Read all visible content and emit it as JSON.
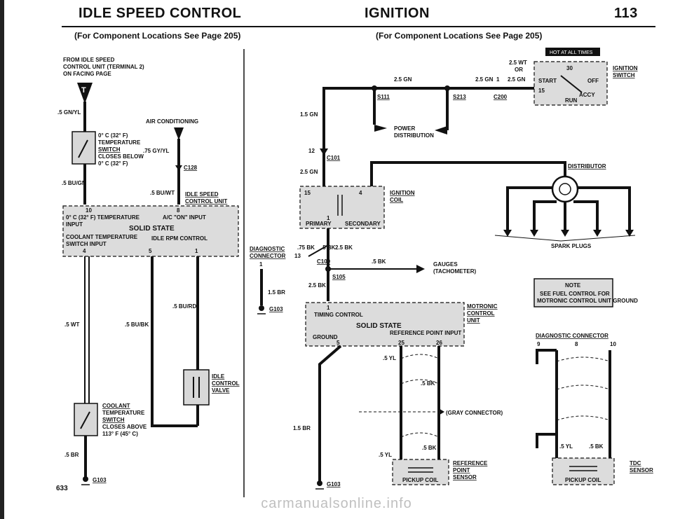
{
  "header": {
    "left_title": "IDLE SPEED CONTROL",
    "center_title": "IGNITION",
    "page_number": "113",
    "left_subtitle": "(For Component Locations See Page 205)",
    "right_subtitle": "(For Component Locations See Page 205)"
  },
  "left": {
    "from_note_1": "FROM IDLE SPEED",
    "from_note_2": "CONTROL UNIT (TERMINAL 2)",
    "from_note_3": "ON FACING PAGE",
    "arrow_letter": "T",
    "wire_gnyl": ".5 GN/YL",
    "wire_bugn": ".5 BU/GN",
    "wire_gyyl": ".75 GY/YL",
    "wire_buwt": ".5 BU/WT",
    "wire_wt": ".5 WT",
    "wire_bubk": ".5 BU/BK",
    "wire_burd": ".5 BU/RD",
    "wire_br": ".5 BR",
    "air_cond": "AIR CONDITIONING",
    "conn_c128": "C128",
    "temp_sw_1": "0° C (32° F)",
    "temp_sw_2": "TEMPERATURE",
    "temp_sw_3": "SWITCH",
    "temp_sw_4": "CLOSES BELOW",
    "temp_sw_5": "0° C (32° F)",
    "isc_unit_1": "IDLE SPEED",
    "isc_unit_2": "CONTROL UNIT",
    "box_pin_10": "10",
    "box_pin_8": "8",
    "box_pin_4": "4",
    "box_pin_5": "5",
    "box_pin_1": "1",
    "box_temp_input": "0° C (32° F) TEMPERATURE",
    "box_input": "INPUT",
    "box_ac_input": "A/C \"ON\" INPUT",
    "box_solid_state": "SOLID STATE",
    "box_coolant_1": "COOLANT TEMPERATURE",
    "box_coolant_2": "SWITCH INPUT",
    "box_idle_rpm": "IDLE RPM CONTROL",
    "valve_1": "IDLE",
    "valve_2": "CONTROL",
    "valve_3": "VALVE",
    "cool_sw_1": "COOLANT",
    "cool_sw_2": "TEMPERATURE",
    "cool_sw_3": "SWITCH",
    "cool_sw_4": "CLOSES ABOVE",
    "cool_sw_5": "113° F (45° C)",
    "ground": "G103",
    "page_code": "633"
  },
  "right": {
    "hot_label": "HOT AT ALL TIMES",
    "wire_25gn_a": "2.5 GN",
    "wire_25gn_b": "2.5 GN",
    "wire_25gn_c": "2.5 GN",
    "wire_25wt": "2.5 WT",
    "wire_or": "OR",
    "pin_1": "1",
    "s111": "S111",
    "s213": "S213",
    "c200": "C200",
    "ign_sw_1": "IGNITION",
    "ign_sw_2": "SWITCH",
    "ign_start": "START",
    "ign_off": "OFF",
    "ign_accy": "ACCY",
    "ign_run": "RUN",
    "ign_30": "30",
    "ign_15": "15",
    "wire_15gn": "1.5 GN",
    "power_1": "POWER",
    "power_2": "DISTRIBUTION",
    "c101_num": "12",
    "c101": "C101",
    "wire_25gn_d": "2.5 GN",
    "distributor": "DISTRIBUTOR",
    "coil_1": "IGNITION",
    "coil_2": "COIL",
    "coil_pin_15": "15",
    "coil_pin_1": "1",
    "coil_pin_4": "4",
    "coil_primary": "PRIMARY",
    "coil_secondary": "SECONDARY",
    "spark_plugs": "SPARK PLUGS",
    "diag_1": "DIAGNOSTIC",
    "diag_2": "CONNECTOR",
    "diag_pin_13": "13",
    "diag_pin_1": "1",
    "wire_75bk": ".75 BK",
    "wire_5bk_a": ".5 BK",
    "c109": "C109",
    "wire_25bk_a": "2.5 BK",
    "wire_5bk_b": ".5 BK",
    "gauges_1": "GAUGES",
    "gauges_2": "(TACHOMETER)",
    "s105": "S105",
    "wire_25bk_b": "2.5 BK",
    "wire_15br_a": "1.5 BR",
    "g103_a": "G103",
    "note_title": "NOTE",
    "note_1": "SEE FUEL CONTROL FOR",
    "note_2": "MOTRONIC CONTROL UNIT GROUND",
    "motronic_1": "MOTRONIC",
    "motronic_2": "CONTROL",
    "motronic_3": "UNIT",
    "mot_pin_1": "1",
    "mot_timing": "TIMING CONTROL",
    "mot_solid": "SOLID STATE",
    "mot_ground": "GROUND",
    "mot_ref": "REFERENCE POINT INPUT",
    "mot_pin_5": "5",
    "mot_pin_25": "25",
    "mot_pin_26": "26",
    "diag_conn_title": "DIAGNOSTIC CONNECTOR",
    "dc_pin_9": "9",
    "dc_pin_8": "8",
    "dc_pin_10": "10",
    "wire_5yl_a": ".5 YL",
    "wire_5bk_c": ".5 BK",
    "gray_conn": "(GRAY CONNECTOR)",
    "wire_15br_b": "1.5 BR",
    "wire_5yl_b": ".5 YL",
    "wire_5bk_d": ".5 BK",
    "ref_1": "REFERENCE",
    "ref_2": "POINT",
    "ref_3": "SENSOR",
    "pickup_coil_a": "PICKUP COIL",
    "g103_b": "G103",
    "wire_5yl_c": ".5 YL",
    "wire_5bk_e": ".5 BK",
    "tdc_1": "TDC",
    "tdc_2": "SENSOR",
    "pickup_coil_b": "PICKUP COIL"
  },
  "watermark": "carmanualsonline.info"
}
